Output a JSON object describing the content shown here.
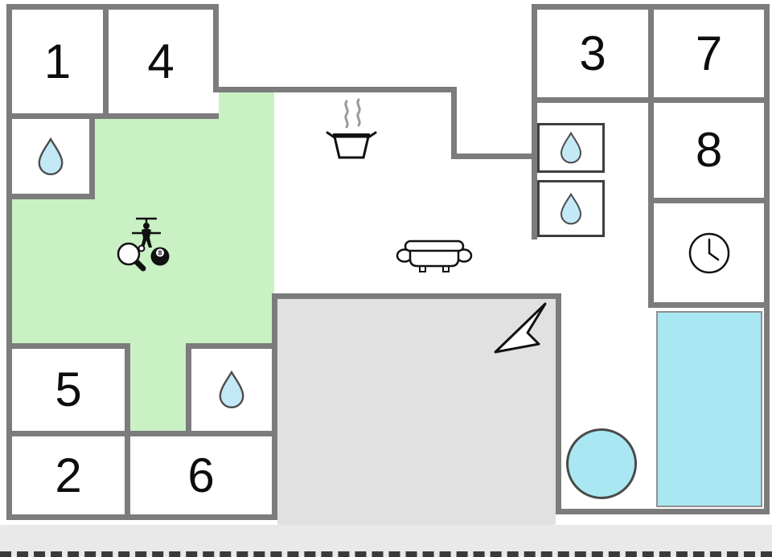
{
  "floorplan": {
    "rooms": [
      {
        "number": "1"
      },
      {
        "number": "2"
      },
      {
        "number": "3"
      },
      {
        "number": "4"
      },
      {
        "number": "5"
      },
      {
        "number": "6"
      },
      {
        "number": "7"
      },
      {
        "number": "8"
      }
    ],
    "eight_ball_label": "8",
    "colors": {
      "wall_gray": "#7c7c7c",
      "room_green": "#c9f1c4",
      "terrace_gray": "#e1e1e1",
      "driveway_gray": "#e9e9e9",
      "pool_cyan": "#a9e8f2",
      "water_drop_blue": "#c3e9f7"
    },
    "icons": [
      "water-drop-icon",
      "cooking-pot-icon",
      "sofa-icon",
      "clock-icon",
      "table-tennis-icon",
      "foosball-icon",
      "eight-ball-icon",
      "north-arrow-icon",
      "round-pool",
      "rect-pool"
    ]
  }
}
